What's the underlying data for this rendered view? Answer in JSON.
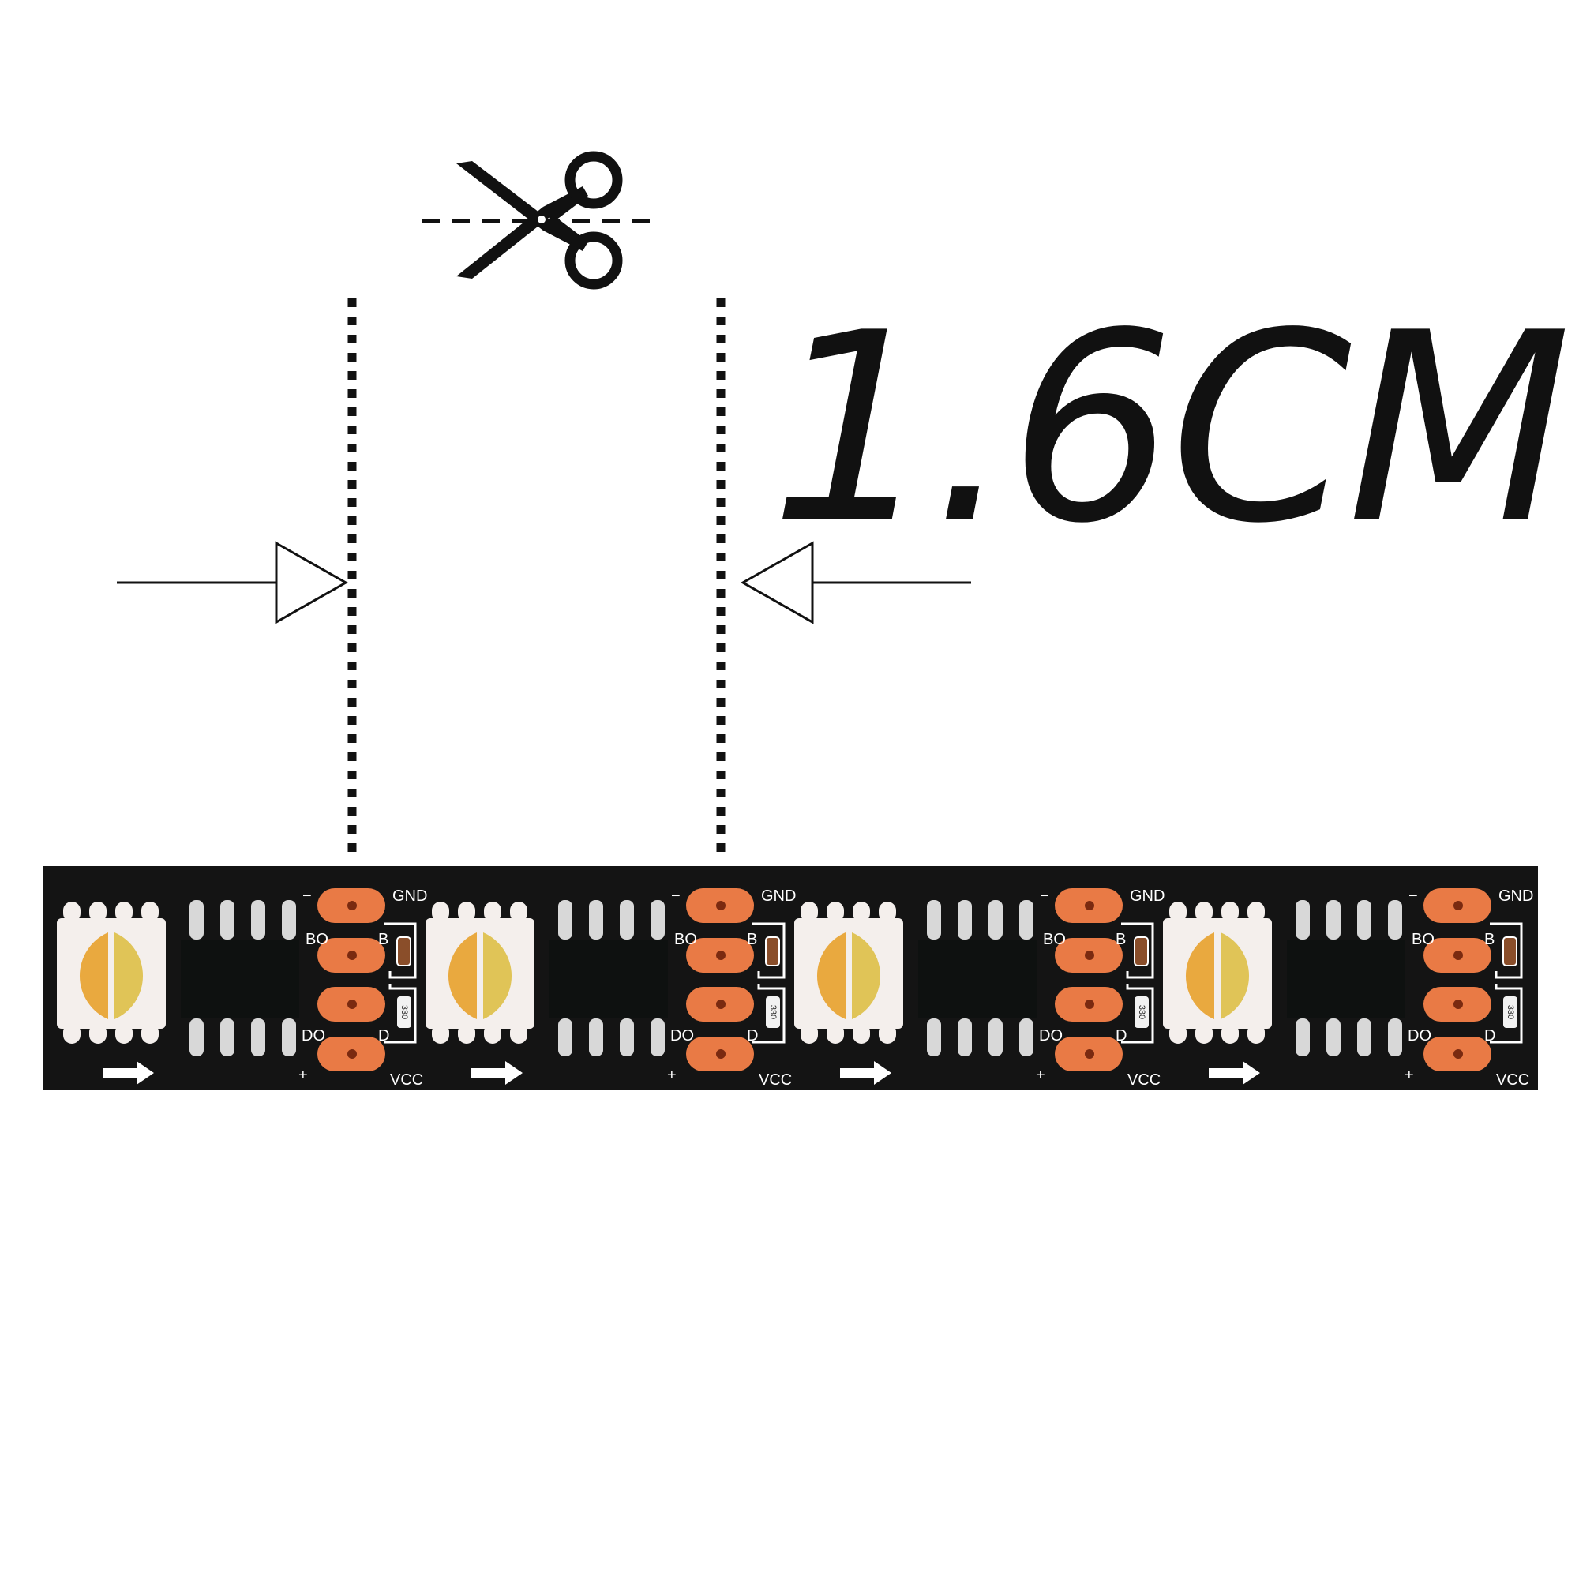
{
  "measurement": {
    "label": "1.6CM"
  },
  "icons": {
    "cut_marker": "scissors-icon",
    "left_arrow": "arrow-right-icon",
    "right_arrow": "arrow-left-icon",
    "direction": "data-direction-arrow-icon"
  },
  "strip": {
    "segment_count": 4,
    "pad_labels": {
      "minus": "−",
      "plus": "+",
      "gnd": "GND",
      "vcc": "VCC",
      "bo": "BO",
      "b": "B",
      "do": "DO",
      "d": "D"
    },
    "resistor_value": "330"
  },
  "colors": {
    "pcb": "#141414",
    "pad": "#E97A45",
    "pad_dot": "#7A2A10",
    "led_body": "#F4EFEC",
    "led_warm": "#E9A93F",
    "led_neutral": "#E0C457",
    "chip": "#0E1110",
    "pin": "#D8D8D8",
    "capacitor": "#8A4E2A",
    "ink": "#111111"
  }
}
